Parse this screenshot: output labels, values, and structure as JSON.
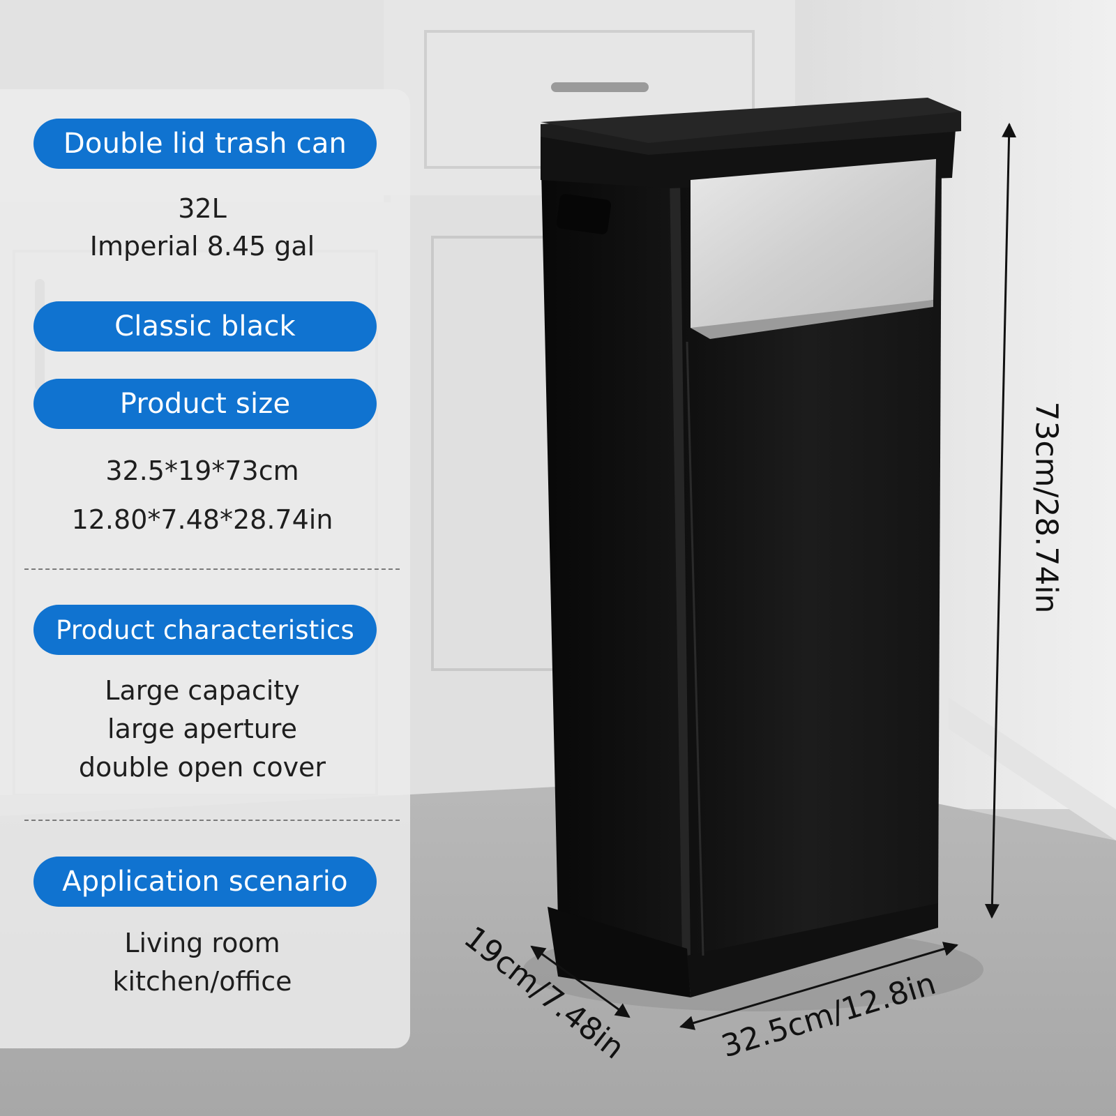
{
  "panel": {
    "product_type_label": "Double lid trash can",
    "capacity": {
      "liters": "32L",
      "gallons": "Imperial 8.45 gal"
    },
    "color_label": "Classic black",
    "size_label": "Product size",
    "size_values": {
      "cm": "32.5*19*73cm",
      "in": "12.80*7.48*28.74in"
    },
    "characteristics_label": "Product characteristics",
    "characteristics": [
      "Large capacity",
      "large aperture",
      "double open cover"
    ],
    "scenario_label": "Application scenario",
    "scenarios": [
      "Living room",
      "kitchen/office"
    ]
  },
  "dimensions": {
    "height": "73cm/28.74in",
    "depth": "19cm/7.48in",
    "width": "32.5cm/12.8in"
  },
  "colors": {
    "pill_blue": "#1073d0",
    "can_black": "#151515",
    "lid_steel": "#d8d8d8"
  }
}
